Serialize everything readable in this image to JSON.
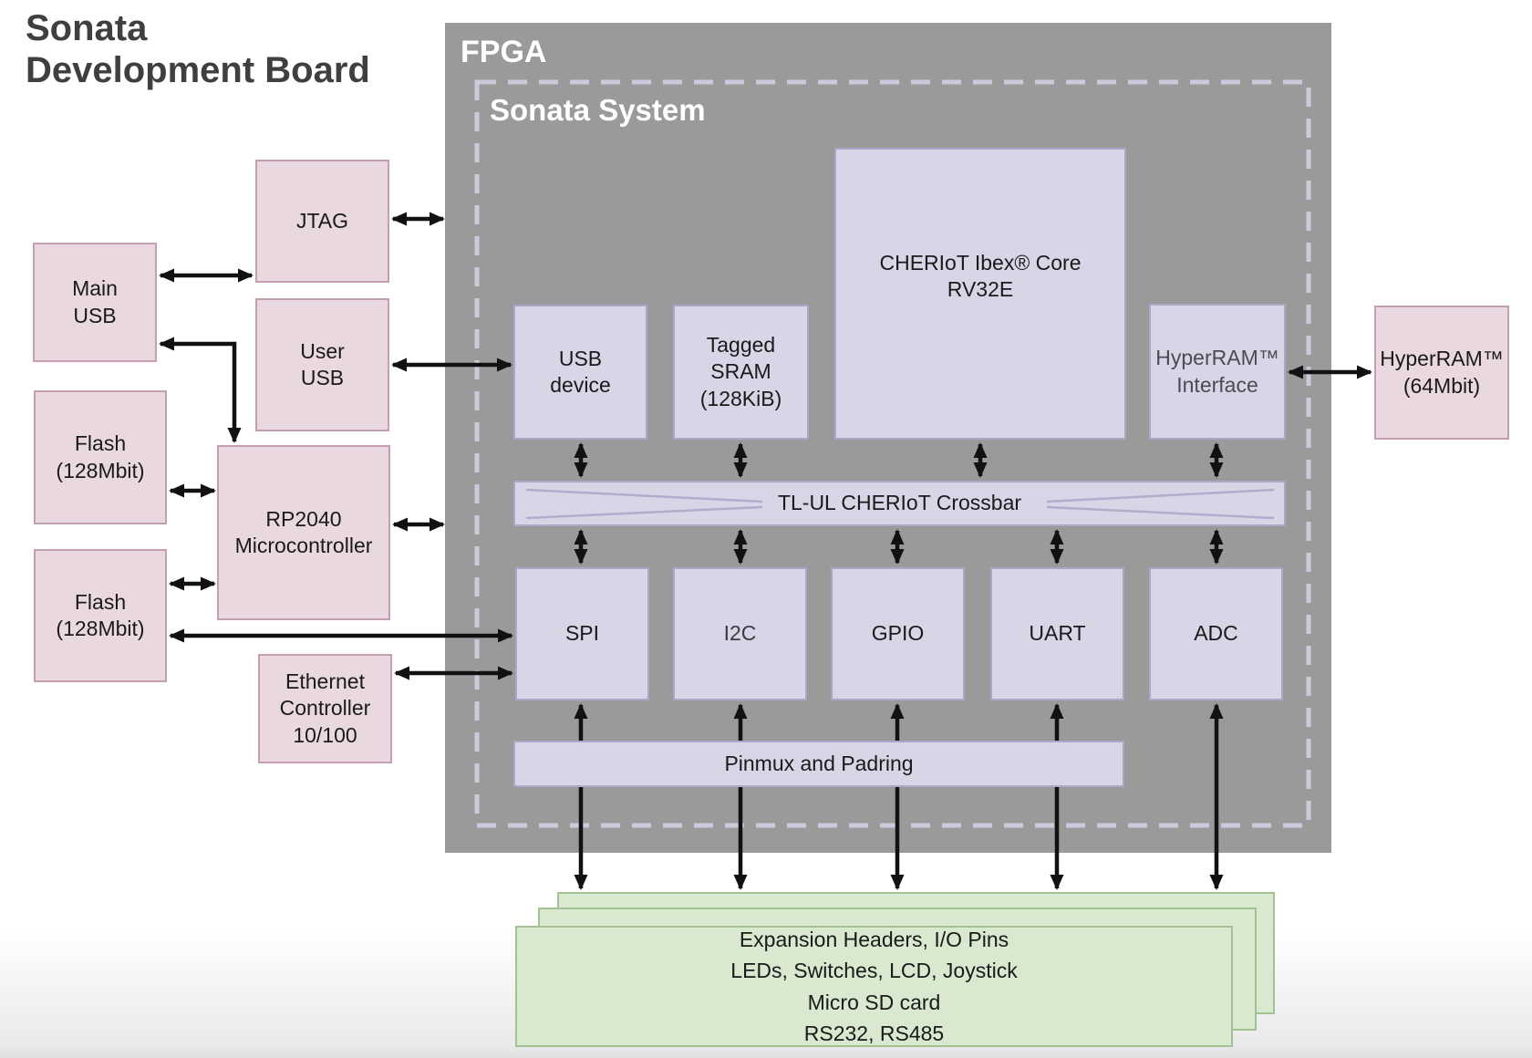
{
  "diagram_title": "Sonata\nDevelopment Board",
  "fpga": {
    "label": "FPGA",
    "inner_label": "Sonata System"
  },
  "external": {
    "main_usb": "Main\nUSB",
    "jtag": "JTAG",
    "user_usb": "User\nUSB",
    "flash_top": "Flash\n(128Mbit)",
    "flash_bottom": "Flash\n(128Mbit)",
    "rp2040": "RP2040\nMicrocontroller",
    "ethernet": "Ethernet\nController\n10/100",
    "hyperram": "HyperRAM™\n(64Mbit)"
  },
  "internal": {
    "usb_device": "USB\ndevice",
    "tagged_sram": "Tagged\nSRAM\n(128KiB)",
    "ibex_core": "CHERIoT Ibex® Core\nRV32E",
    "hyperram_interface": "HyperRAM™\nInterface",
    "crossbar": "TL-UL CHERIoT Crossbar",
    "spi": "SPI",
    "i2c": "I2C",
    "gpio": "GPIO",
    "uart": "UART",
    "adc": "ADC",
    "pinmux": "Pinmux and Padring"
  },
  "expansion": {
    "text": "Expansion Headers, I/O Pins\nLEDs, Switches, LCD, Joystick\nMicro SD card\nRS232, RS485"
  },
  "colors": {
    "fpga_gray": "#9a9a9a",
    "lavender_fill": "#d8d5e7",
    "lavender_border": "#aca6c9",
    "pink_fill": "#e9d8e0",
    "pink_border": "#c59fb1",
    "green_fill": "#d8e9cf",
    "green_border": "#a2c294",
    "dash_line": "#cdc9dd",
    "arrow_black": "#111111",
    "title_text": "#3f3f41"
  }
}
